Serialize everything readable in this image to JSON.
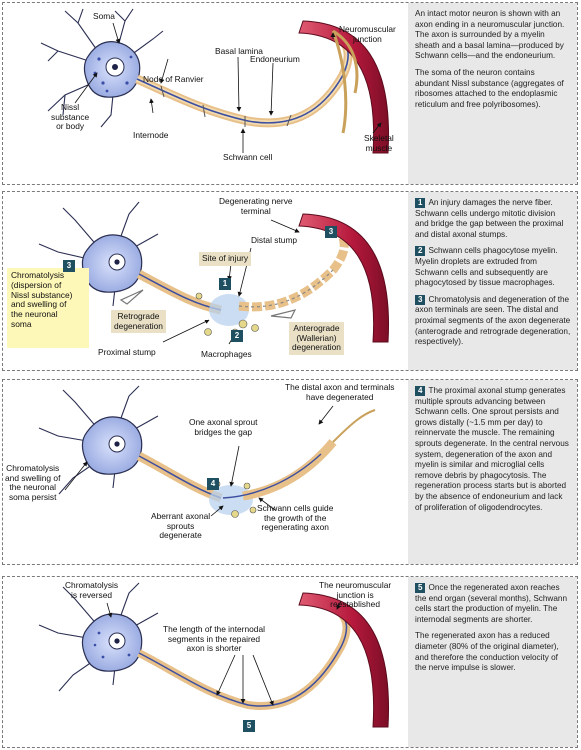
{
  "panel1": {
    "labels": {
      "soma": "Soma",
      "neuromuscular": "Neuromuscular\njunction",
      "basal_lamina": "Basal lamina",
      "node_ranvier": "Node of Ranvier",
      "endoneurium": "Endoneurium",
      "nissl": "Nissl\nsubstance\nor body",
      "internode": "Internode",
      "skeletal": "Skeletal\nmuscle",
      "schwann": "Schwann cell"
    },
    "text": [
      "An intact motor neuron is shown with an axon ending in a neuromuscular junction. The axon is surrounded by a myelin sheath and a basal lamina—produced by Schwann cells—and the endoneurium.",
      "The soma of the neuron contains abundant Nissl substance (aggregates of ribosomes attached to the endoplasmic reticulum and free polyribosomes)."
    ]
  },
  "panel2": {
    "labels": {
      "degenerating": "Degenerating nerve\nterminal",
      "distal_stump": "Distal stump",
      "site_injury": "Site of injury",
      "chromatolysis": "Chromatolysis\n(dispersion of\nNissl substance)\nand swelling of\nthe neuronal\nsoma",
      "retrograde": "Retrograde\ndegeneration",
      "anterograde": "Anterograde\n(Wallerian)\ndegeneration",
      "proximal_stump": "Proximal stump",
      "macrophages": "Macrophages"
    },
    "badges": [
      "1",
      "2",
      "3",
      "3"
    ],
    "items": [
      {
        "num": "1",
        "text": "An injury damages the nerve fiber. Schwann cells undergo mitotic division and bridge the gap between the proximal and distal axonal stumps."
      },
      {
        "num": "2",
        "text": "Schwann cells phagocytose myelin. Myelin droplets are extruded from Schwann cells and subsequently are phagocytosed by tissue macrophages."
      },
      {
        "num": "3",
        "text": "Chromatolysis and degeneration of the axon terminals are seen. The distal and proximal segments of the axon degenerate (anterograde and retrograde degeneration, respectively)."
      }
    ]
  },
  "panel3": {
    "labels": {
      "distal_axon": "The distal axon and terminals\nhave degenerated",
      "one_sprout": "One axonal sprout\nbridges the gap",
      "chromatolysis": "Chromatolysis\nand swelling of\nthe neuronal\nsoma persist",
      "aberrant": "Aberrant axonal\nsprouts\ndegenerate",
      "schwann_guide": "Schwann cells guide\nthe growth of the\nregenerating axon"
    },
    "badge": "4",
    "item_num": "4",
    "item_text": "The proximal axonal stump generates multiple sprouts advancing between Schwann cells. One sprout persists and grows distally (~1.5 mm per day) to reinnervate the muscle. The remaining sprouts degenerate. In the central nervous system, degeneration of the axon and myelin is similar and microglial cells remove debris by phagocytosis. The regeneration process starts but is aborted by the absence of endoneurium and lack of proliferation of oligodendrocytes."
  },
  "panel4": {
    "labels": {
      "reversed": "Chromatolysis\nis reversed",
      "nmj": "The neuromuscular\njunction is\nreestablished",
      "internodal": "The length of the internodal\nsegments in the repaired\naxon is shorter"
    },
    "badge": "5",
    "item_num": "5",
    "item_text1": "Once the regenerated axon reaches the end organ (several months), Schwann cells start the production of myelin. The internodal segments are shorter.",
    "item_text2": "The regenerated axon has a reduced diameter (80% of the original diameter), and therefore the conduction velocity of the nerve impulse is slower."
  },
  "colors": {
    "neuron": "#a9b8e6",
    "myelin": "#e8c089",
    "axon_core": "#3d4fa0",
    "muscle": "#b5193c",
    "badge": "#1f5062",
    "yellow": "#fdf7b8",
    "tan": "#e9e0c6"
  }
}
